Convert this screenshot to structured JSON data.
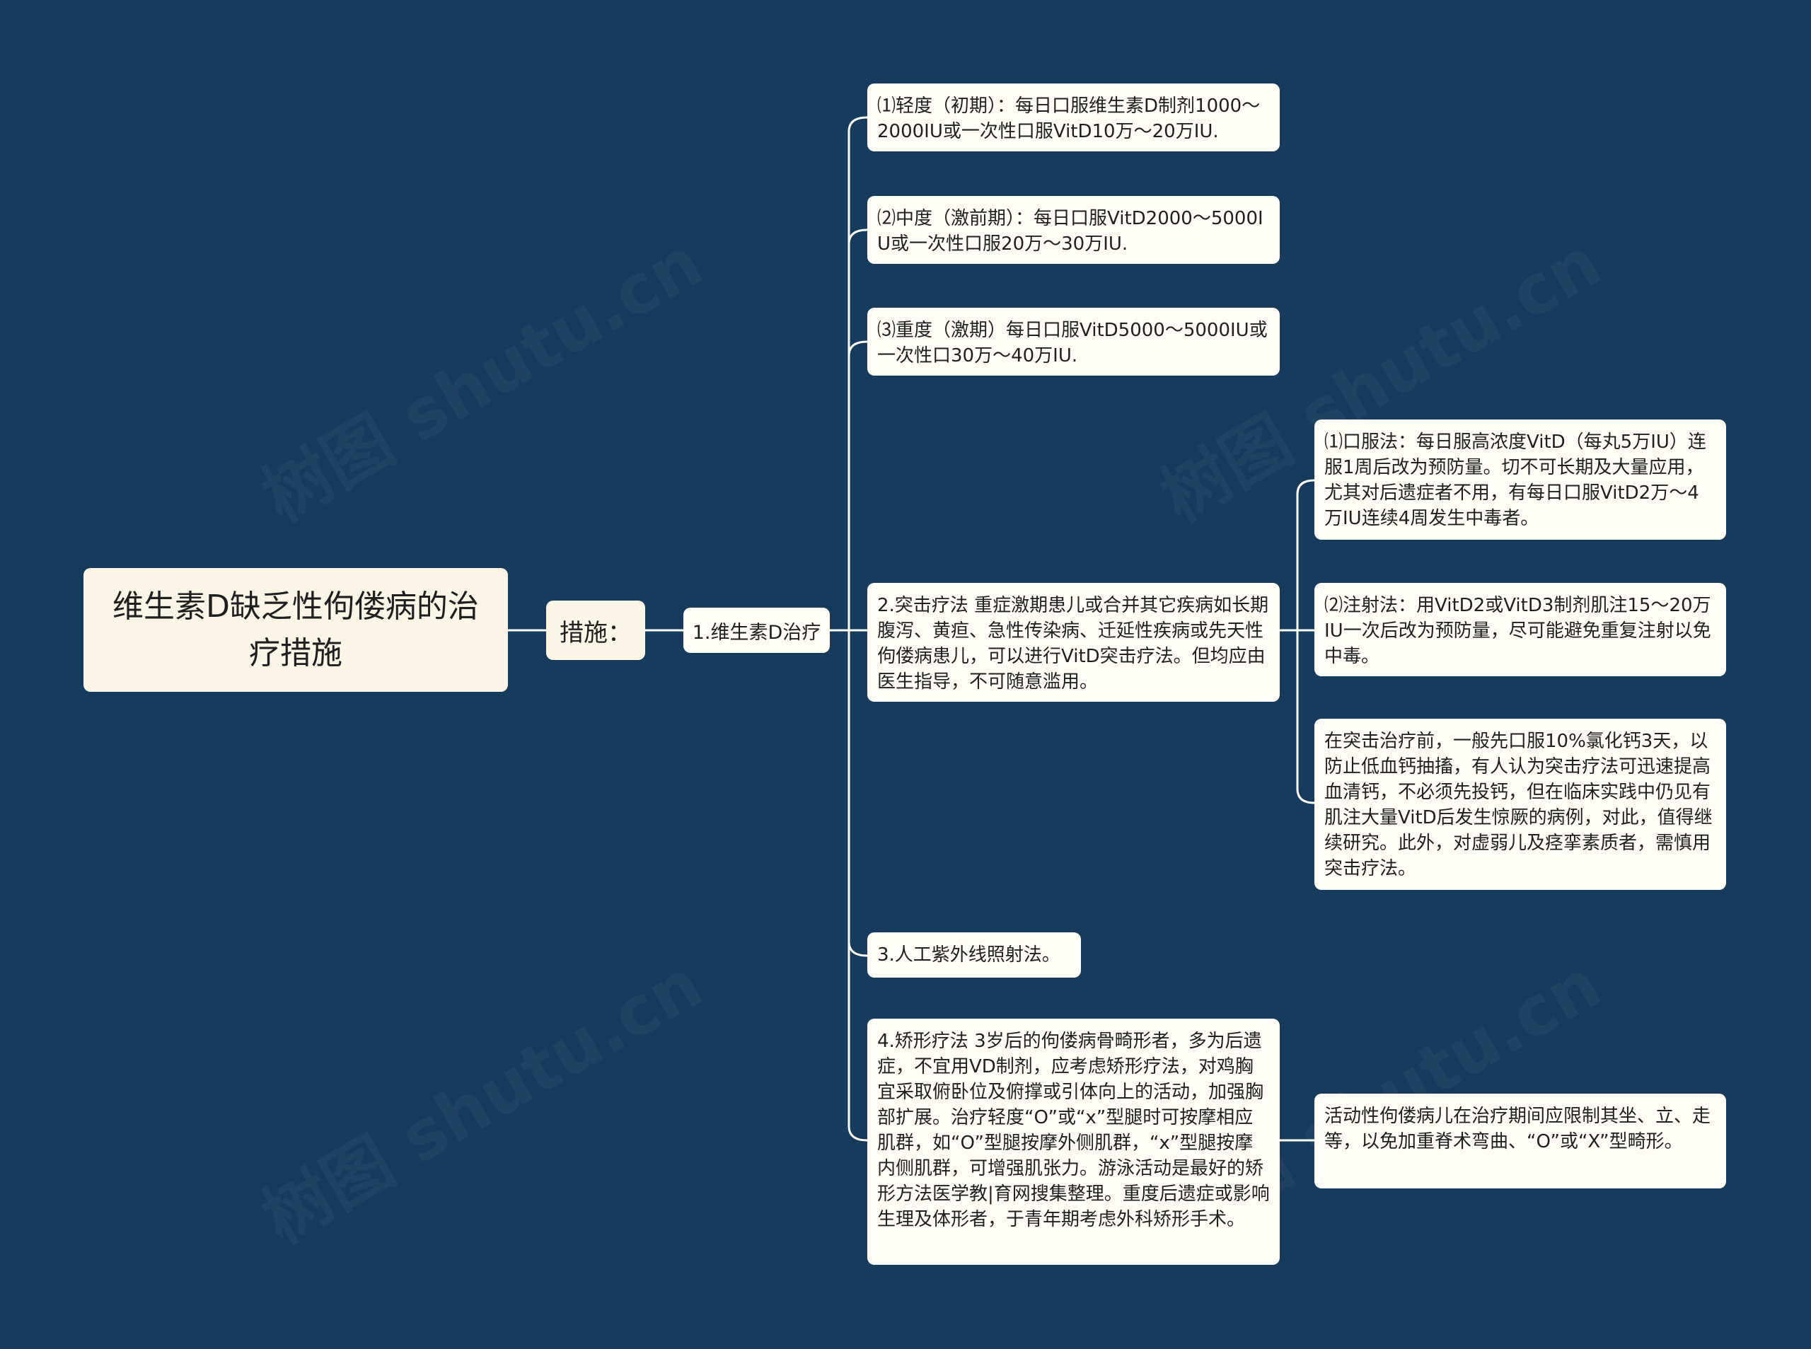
{
  "root": {
    "label": "维生素D缺乏性佝偻病的治疗措施"
  },
  "level1": {
    "label": "措施："
  },
  "level2": {
    "label": "1.维生素D治疗"
  },
  "branches": [
    {
      "text": "⑴轻度（初期）：每日口服维生素D制剂1000～2000IU或一次性口服VitD10万～20万IU."
    },
    {
      "text": "⑵中度（激前期）：每日口服VitD2000～5000IU或一次性口服20万～30万IU."
    },
    {
      "text": "⑶重度（激期）每日口服VitD5000～5000IU或一次性口30万～40万IU."
    },
    {
      "text": "2.突击疗法 重症激期患儿或合并其它疾病如长期腹泻、黄疸、急性传染病、迁延性疾病或先天性佝偻病患儿，可以进行VitD突击疗法。但均应由医生指导，不可随意滥用。"
    },
    {
      "text": "3.人工紫外线照射法。"
    },
    {
      "text": "4.矫形疗法 3岁后的佝偻病骨畸形者，多为后遗症，不宜用VD制剂，应考虑矫形疗法，对鸡胸宜采取俯卧位及俯撑或引体向上的活动，加强胸部扩展。治疗轻度“O”或“x”型腿时可按摩相应肌群，如“O”型腿按摩外侧肌群，“x”型腿按摩内侧肌群，可增强肌张力。游泳活动是最好的矫形方法医学教|育网搜集整理。重度后遗症或影响生理及体形者，于青年期考虑外科矫形手术。"
    }
  ],
  "sub_tufa": [
    {
      "text": "⑴口服法：每日服高浓度VitD（每丸5万IU）连服1周后改为预防量。切不可长期及大量应用，尤其对后遗症者不用，有每日口服VitD2万～4万IU连续4周发生中毒者。"
    },
    {
      "text": "⑵注射法：用VitD2或VitD3制剂肌注15～20万IU一次后改为预防量，尽可能避免重复注射以免中毒。"
    },
    {
      "text": "在突击治疗前，一般先口服10%氯化钙3天，以防止低血钙抽搐，有人认为突击疗法可迅速提高血清钙，不必须先投钙，但在临床实践中仍见有肌注大量VitD后发生惊厥的病例，对此，值得继续研究。此外，对虚弱儿及痉挛素质者，需慎用突击疗法。"
    }
  ],
  "sub_jiaoxing": [
    {
      "text": "活动性佝偻病儿在治疗期间应限制其坐、立、走等，以免加重脊术弯曲、“O”或“X”型畸形。"
    }
  ],
  "colors": {
    "background": "#173b5c",
    "root_fill": "#faf5e4",
    "node_fill": "#fffdf6",
    "connector": "#fffdf6"
  }
}
